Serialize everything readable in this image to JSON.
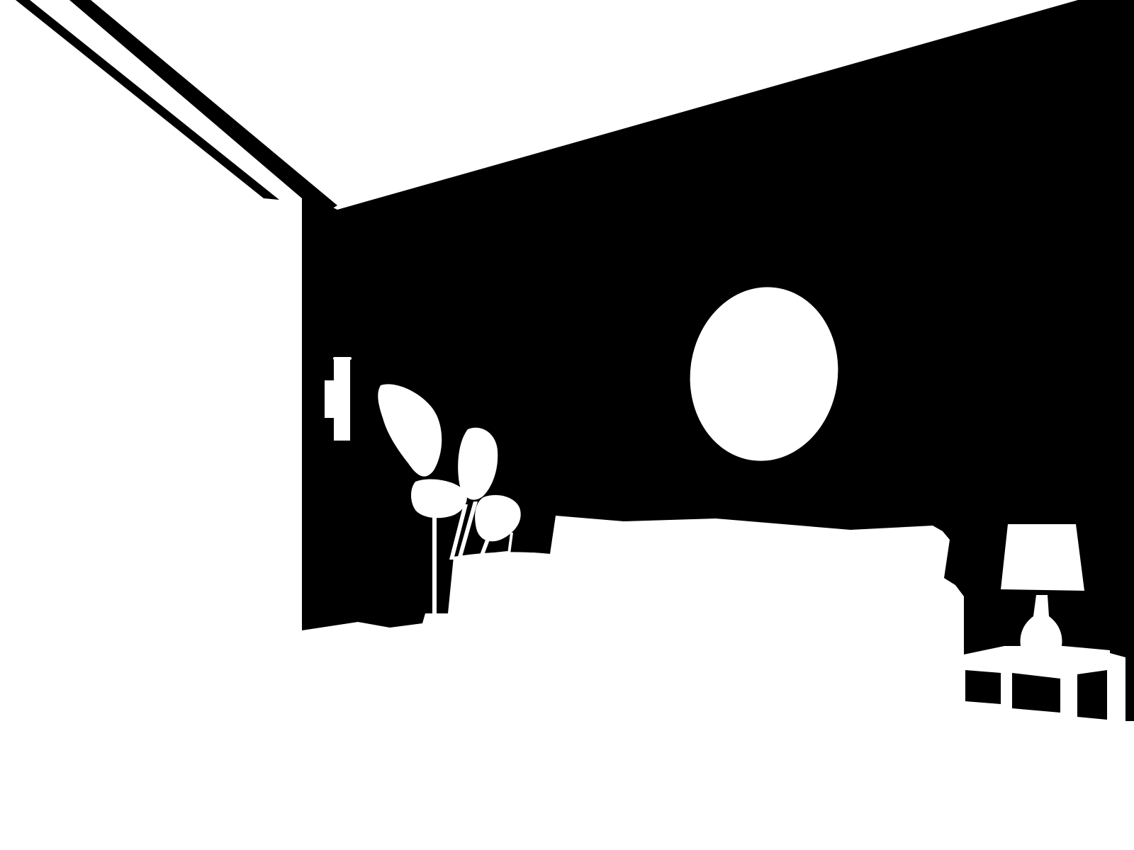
{
  "colors": {
    "background": "#ffffff",
    "silhouette": "#000000",
    "cutout": "#ffffff"
  },
  "scene": {
    "kind": "binary segmentation mask",
    "regions": [
      "ceiling-beam",
      "back-wall",
      "round-mirror",
      "wall-sconce",
      "potted-plant",
      "bed-headboard",
      "table-lamp",
      "nightstand"
    ]
  }
}
